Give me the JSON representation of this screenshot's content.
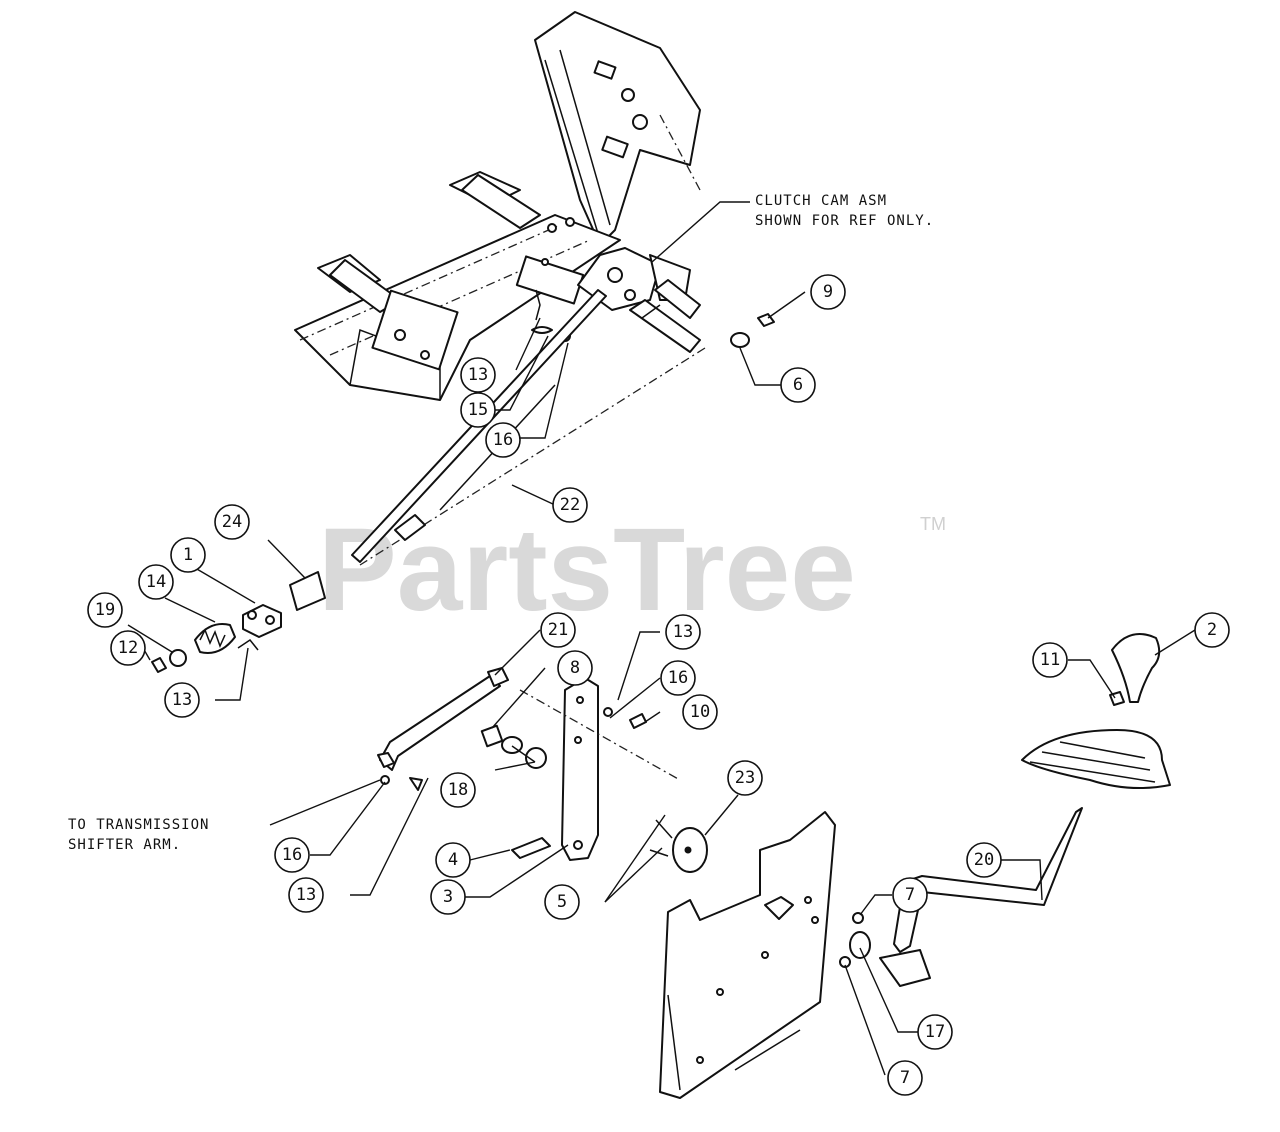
{
  "watermark": {
    "text": "PartsTree",
    "trademark": "TM",
    "color": "#d9d9d9"
  },
  "notes": {
    "clutch_line1": "CLUTCH CAM ASM",
    "clutch_line2": "SHOWN FOR REF ONLY.",
    "trans_line1": "TO TRANSMISSION",
    "trans_line2": "SHIFTER ARM."
  },
  "callouts": {
    "c9": "9",
    "c6": "6",
    "c13a": "13",
    "c15": "15",
    "c16a": "16",
    "c22": "22",
    "c24": "24",
    "c1": "1",
    "c14": "14",
    "c19": "19",
    "c12": "12",
    "c13b": "13",
    "c21": "21",
    "c8": "8",
    "c13c": "13",
    "c16b": "16",
    "c10": "10",
    "c18": "18",
    "c4": "4",
    "c3": "3",
    "c5": "5",
    "c23": "23",
    "c16c": "16",
    "c13d": "13",
    "c2": "2",
    "c11": "11",
    "c20": "20",
    "c7a": "7",
    "c17": "17",
    "c7b": "7"
  }
}
